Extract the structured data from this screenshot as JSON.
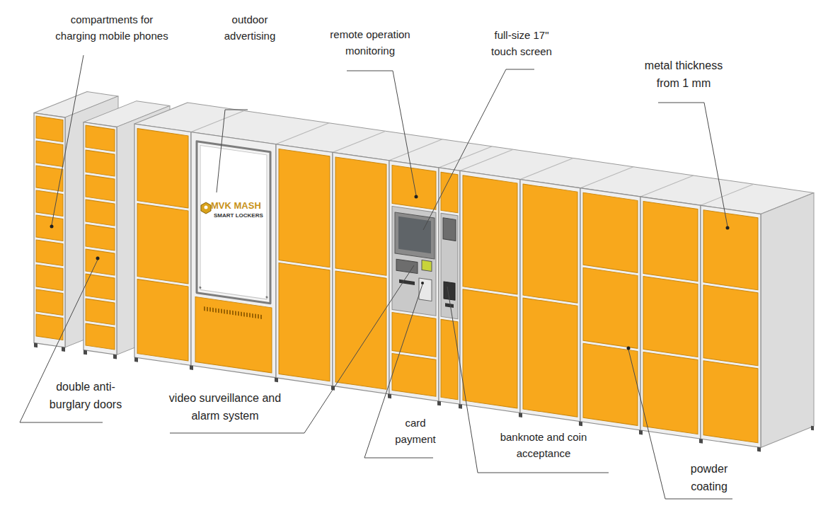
{
  "diagram": {
    "labels": [
      "compartments for charging mobile phones",
      "outdoor advertising",
      "remote operation monitoring",
      "full-size 17\" touch screen",
      "metal thickness from 1 mm",
      "MVK MASH",
      "SMART LOCKERS",
      "double anti-burglary doors",
      "video surveillance and alarm system",
      "card payment",
      "banknote and coin acceptance",
      "powder coating"
    ]
  }
}
